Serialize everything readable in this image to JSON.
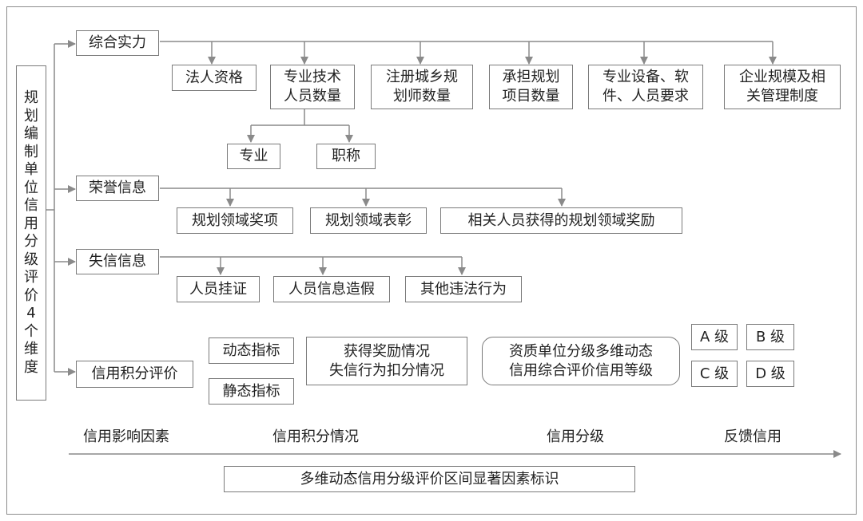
{
  "root": {
    "label": "规划编制单位信用分级评价4个维度"
  },
  "dimensions": [
    {
      "label": "综合实力"
    },
    {
      "label": "荣誉信息"
    },
    {
      "label": "失信信息"
    },
    {
      "label": "信用积分评价"
    }
  ],
  "strength_items": [
    {
      "label": "法人资格"
    },
    {
      "label": "专业技术\n人员数量"
    },
    {
      "label": "注册城乡规\n划师数量"
    },
    {
      "label": "承担规划\n项目数量"
    },
    {
      "label": "专业设备、软\n件、人员要求"
    },
    {
      "label": "企业规模及相\n关管理制度"
    }
  ],
  "staff_subitems": [
    {
      "label": "专业"
    },
    {
      "label": "职称"
    }
  ],
  "honor_items": [
    {
      "label": "规划领域奖项"
    },
    {
      "label": "规划领域表彰"
    },
    {
      "label": "相关人员获得的规划领域奖励"
    }
  ],
  "dishonesty_items": [
    {
      "label": "人员挂证"
    },
    {
      "label": "人员信息造假"
    },
    {
      "label": "其他违法行为"
    }
  ],
  "indicators": [
    {
      "label": "动态指标"
    },
    {
      "label": "静态指标"
    }
  ],
  "score_box": {
    "label": "获得奖励情况\n失信行为扣分情况"
  },
  "result_box": {
    "label": "资质单位分级多维动态\n信用综合评价信用等级"
  },
  "grades": [
    {
      "label": "A 级"
    },
    {
      "label": "B 级"
    },
    {
      "label": "C 级"
    },
    {
      "label": "D 级"
    }
  ],
  "axis_labels": [
    {
      "label": "信用影响因素"
    },
    {
      "label": "信用积分情况"
    },
    {
      "label": "信用分级"
    },
    {
      "label": "反馈信用"
    }
  ],
  "footer": {
    "label": "多维动态信用分级评价区间显著因素标识"
  },
  "colors": {
    "line": "#8a8a8a",
    "border": "#7a7a7a",
    "text": "#222222"
  }
}
